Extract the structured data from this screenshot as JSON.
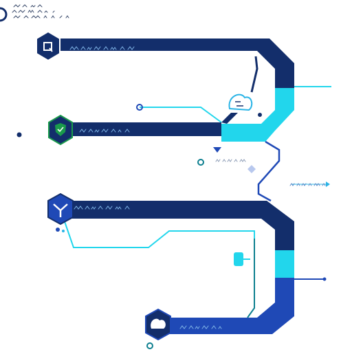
{
  "colors": {
    "navy": "#132e6b",
    "royal": "#1f49b6",
    "cyan": "#22d6ec",
    "sky": "#2ab4e6",
    "green": "#1a9b4b",
    "teal": "#0d7f8f",
    "white": "#ffffff"
  },
  "nodes": [
    {
      "id": "n1",
      "icon": "square-glyph-icon"
    },
    {
      "id": "n2",
      "icon": "shield-check-icon"
    },
    {
      "id": "n3",
      "icon": "y-arrow-icon"
    },
    {
      "id": "n4",
      "icon": "cloud-icon"
    }
  ],
  "labels": [
    {
      "id": "l1",
      "style": "illegible-script"
    },
    {
      "id": "l2",
      "style": "illegible-script"
    },
    {
      "id": "l3",
      "style": "illegible-script"
    },
    {
      "id": "l4",
      "style": "illegible-script"
    },
    {
      "id": "l5",
      "style": "illegible-script"
    },
    {
      "id": "l6",
      "style": "illegible-script"
    }
  ]
}
